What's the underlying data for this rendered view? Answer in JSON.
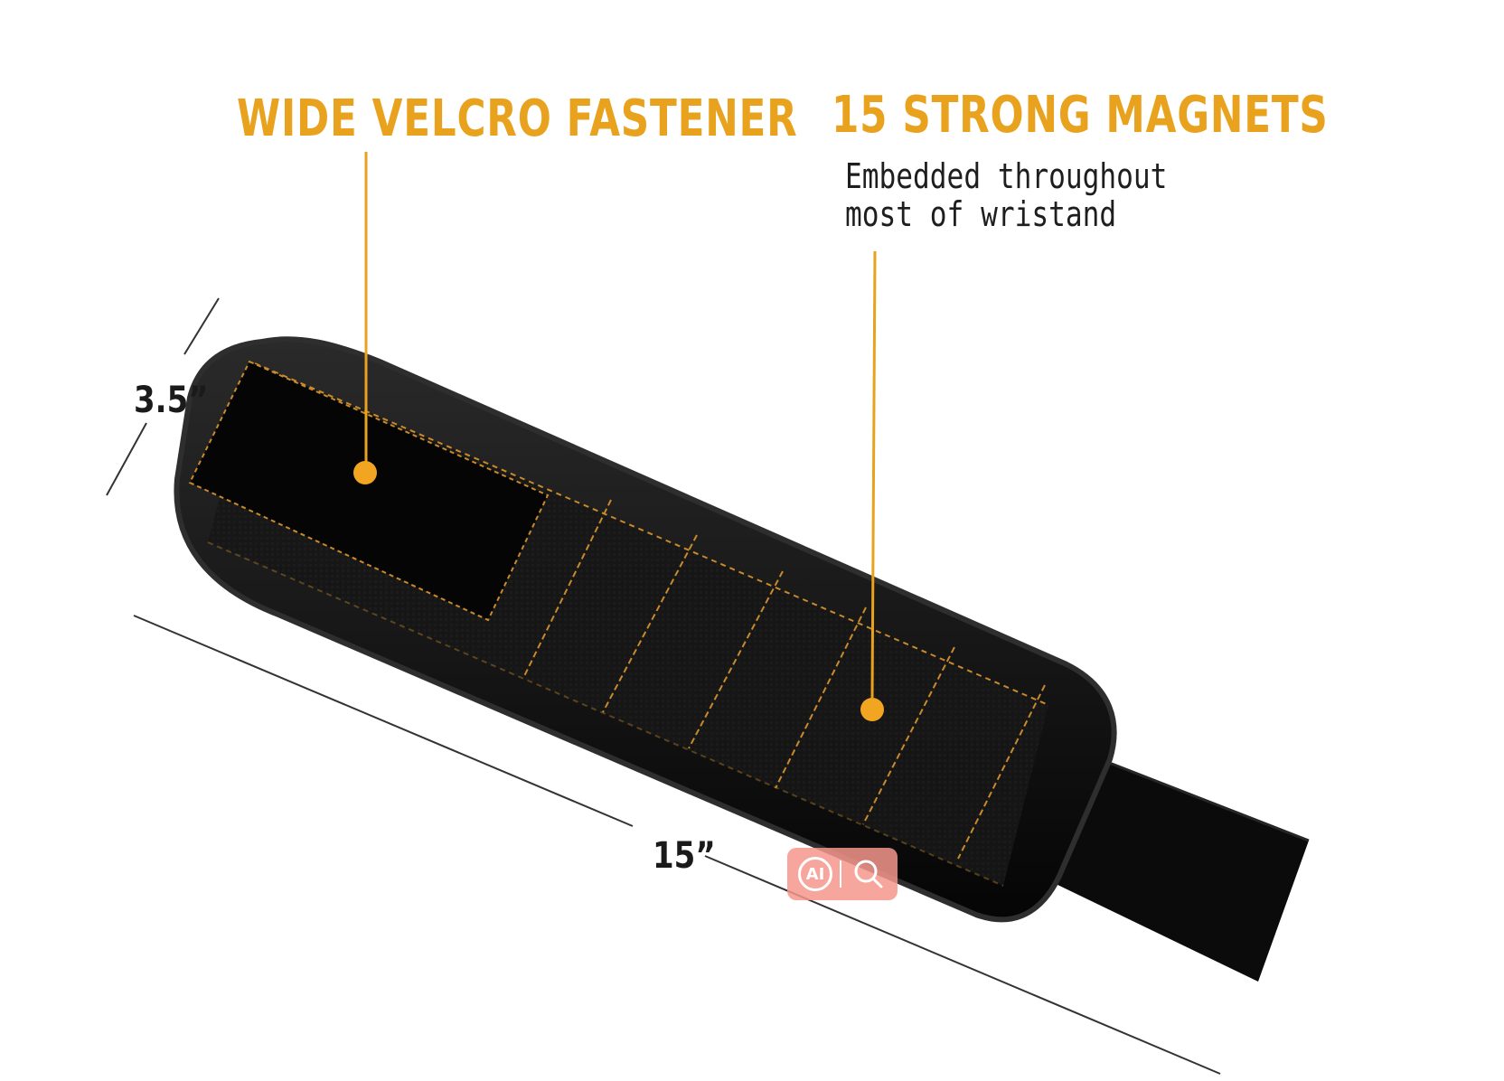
{
  "colors": {
    "accent": "#E8A21E",
    "strap": "#0d0d0d",
    "stitch": "#C88A2A"
  },
  "callouts": {
    "velcro_title": "WIDE VELCRO FASTENER",
    "magnets_title": "15 STRONG MAGNETS",
    "magnets_sub_line1": "Embedded throughout",
    "magnets_sub_line2": "most of wristand"
  },
  "dimensions": {
    "width_label": "3.5”",
    "length_label": "15”"
  },
  "badge": {
    "ai_label": "AI",
    "icons": [
      "ai-icon",
      "search-icon"
    ]
  }
}
